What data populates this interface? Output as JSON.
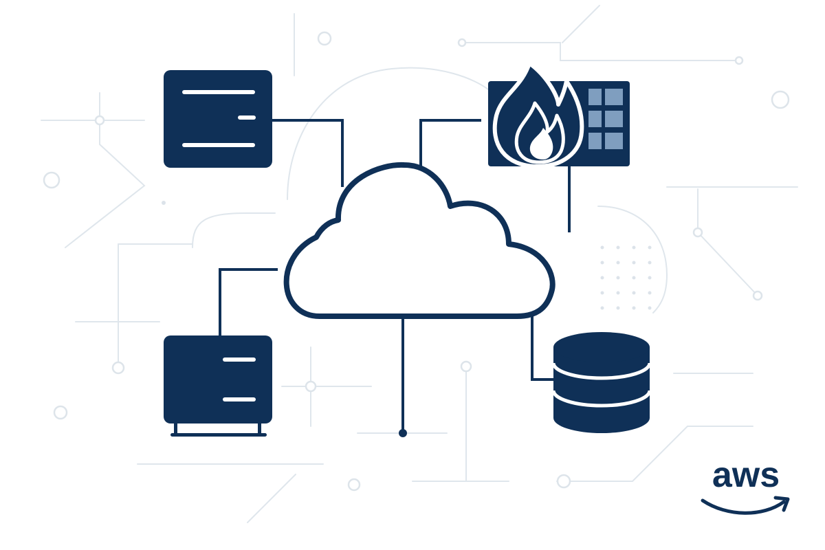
{
  "colors": {
    "primary": "#0f3057",
    "accent_light": "#7f9ebf",
    "background_line": "#dfe6ec",
    "background": "#ffffff"
  },
  "nodes": [
    {
      "id": "top-left",
      "icon": "server-icon"
    },
    {
      "id": "top-right",
      "icon": "firewall-icon"
    },
    {
      "id": "bottom-left",
      "icon": "server-cabinet-icon"
    },
    {
      "id": "bottom-right",
      "icon": "database-icon"
    },
    {
      "id": "center",
      "icon": "cloud-icon"
    }
  ],
  "logo": {
    "icon": "aws-logo",
    "text": "aws"
  }
}
